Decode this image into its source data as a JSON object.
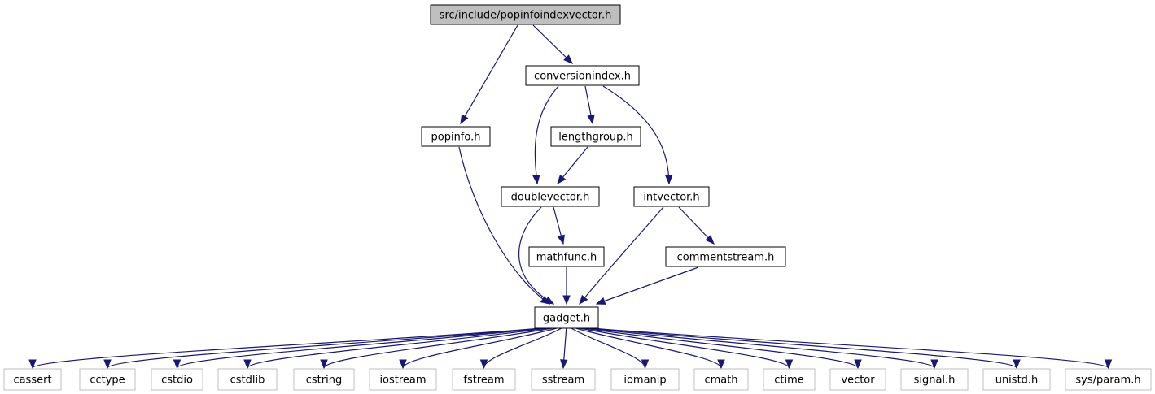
{
  "graph": {
    "nodes": [
      {
        "id": "root",
        "label": "src/include/popinfoindexvector.h",
        "kind": "root"
      },
      {
        "id": "conversionindex",
        "label": "conversionindex.h",
        "kind": "file"
      },
      {
        "id": "popinfo",
        "label": "popinfo.h",
        "kind": "file"
      },
      {
        "id": "lengthgroup",
        "label": "lengthgroup.h",
        "kind": "file"
      },
      {
        "id": "doublevector",
        "label": "doublevector.h",
        "kind": "file"
      },
      {
        "id": "intvector",
        "label": "intvector.h",
        "kind": "file"
      },
      {
        "id": "mathfunc",
        "label": "mathfunc.h",
        "kind": "file"
      },
      {
        "id": "commentstream",
        "label": "commentstream.h",
        "kind": "file"
      },
      {
        "id": "gadget",
        "label": "gadget.h",
        "kind": "file"
      },
      {
        "id": "cassert",
        "label": "cassert",
        "kind": "system"
      },
      {
        "id": "cctype",
        "label": "cctype",
        "kind": "system"
      },
      {
        "id": "cstdio",
        "label": "cstdio",
        "kind": "system"
      },
      {
        "id": "cstdlib",
        "label": "cstdlib",
        "kind": "system"
      },
      {
        "id": "cstring",
        "label": "cstring",
        "kind": "system"
      },
      {
        "id": "iostream",
        "label": "iostream",
        "kind": "system"
      },
      {
        "id": "fstream",
        "label": "fstream",
        "kind": "system"
      },
      {
        "id": "sstream",
        "label": "sstream",
        "kind": "system"
      },
      {
        "id": "iomanip",
        "label": "iomanip",
        "kind": "system"
      },
      {
        "id": "cmath",
        "label": "cmath",
        "kind": "system"
      },
      {
        "id": "ctime",
        "label": "ctime",
        "kind": "system"
      },
      {
        "id": "vector",
        "label": "vector",
        "kind": "system"
      },
      {
        "id": "signal",
        "label": "signal.h",
        "kind": "system"
      },
      {
        "id": "unistd",
        "label": "unistd.h",
        "kind": "system"
      },
      {
        "id": "sysparam",
        "label": "sys/param.h",
        "kind": "system"
      }
    ],
    "edges": [
      {
        "from": "root",
        "to": "popinfo"
      },
      {
        "from": "root",
        "to": "conversionindex"
      },
      {
        "from": "conversionindex",
        "to": "lengthgroup"
      },
      {
        "from": "conversionindex",
        "to": "doublevector"
      },
      {
        "from": "conversionindex",
        "to": "intvector"
      },
      {
        "from": "lengthgroup",
        "to": "doublevector"
      },
      {
        "from": "popinfo",
        "to": "gadget"
      },
      {
        "from": "doublevector",
        "to": "mathfunc"
      },
      {
        "from": "doublevector",
        "to": "gadget"
      },
      {
        "from": "intvector",
        "to": "commentstream"
      },
      {
        "from": "intvector",
        "to": "gadget"
      },
      {
        "from": "mathfunc",
        "to": "gadget"
      },
      {
        "from": "commentstream",
        "to": "gadget"
      },
      {
        "from": "gadget",
        "to": "cassert"
      },
      {
        "from": "gadget",
        "to": "cctype"
      },
      {
        "from": "gadget",
        "to": "cstdio"
      },
      {
        "from": "gadget",
        "to": "cstdlib"
      },
      {
        "from": "gadget",
        "to": "cstring"
      },
      {
        "from": "gadget",
        "to": "iostream"
      },
      {
        "from": "gadget",
        "to": "fstream"
      },
      {
        "from": "gadget",
        "to": "sstream"
      },
      {
        "from": "gadget",
        "to": "iomanip"
      },
      {
        "from": "gadget",
        "to": "cmath"
      },
      {
        "from": "gadget",
        "to": "ctime"
      },
      {
        "from": "gadget",
        "to": "vector"
      },
      {
        "from": "gadget",
        "to": "signal"
      },
      {
        "from": "gadget",
        "to": "unistd"
      },
      {
        "from": "gadget",
        "to": "sysparam"
      }
    ],
    "colors": {
      "edge": "#191970",
      "root_fill": "#bfbfbf",
      "node_border": "#000000",
      "system_border": "#bfbfbf",
      "node_fill": "#ffffff",
      "text": "#000000"
    }
  }
}
